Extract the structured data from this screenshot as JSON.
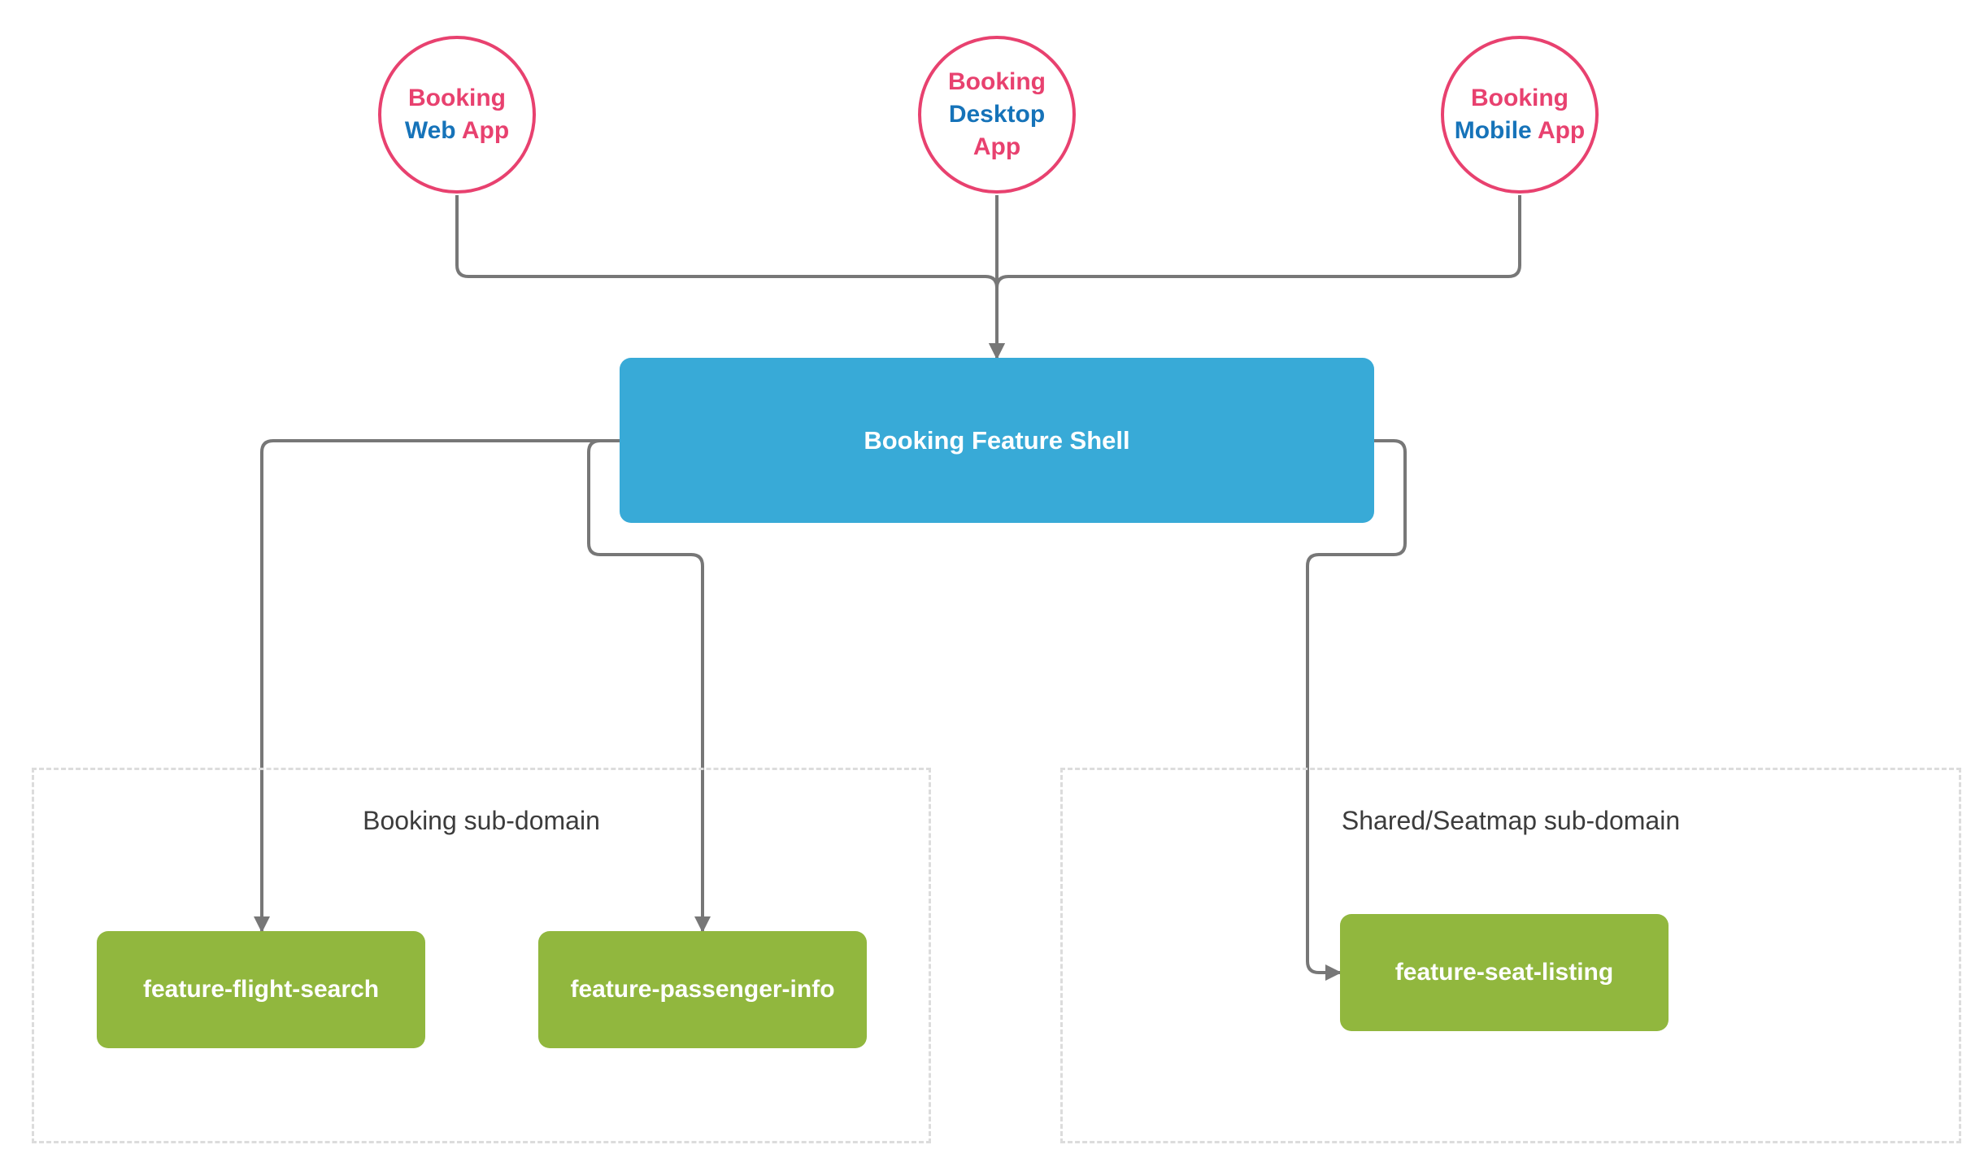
{
  "apps": [
    {
      "id": "web",
      "lines": [
        [
          {
            "text": "Booking",
            "color": "pink"
          }
        ],
        [
          {
            "text": "Web",
            "color": "blue"
          },
          {
            "text": " App",
            "color": "pink"
          }
        ]
      ]
    },
    {
      "id": "desktop",
      "lines": [
        [
          {
            "text": "Booking",
            "color": "pink"
          }
        ],
        [
          {
            "text": "Desktop",
            "color": "blue"
          }
        ],
        [
          {
            "text": "App",
            "color": "pink"
          }
        ]
      ]
    },
    {
      "id": "mobile",
      "lines": [
        [
          {
            "text": "Booking",
            "color": "pink"
          }
        ],
        [
          {
            "text": "Mobile",
            "color": "blue"
          },
          {
            "text": " App",
            "color": "pink"
          }
        ]
      ]
    }
  ],
  "shell": {
    "label": "Booking Feature Shell"
  },
  "subdomains": {
    "booking": {
      "title": "Booking sub-domain"
    },
    "shared": {
      "title": "Shared/Seatmap sub-domain"
    }
  },
  "features": {
    "flight_search": "feature-flight-search",
    "passenger_info": "feature-passenger-info",
    "seat_listing": "feature-seat-listing"
  },
  "colors": {
    "app_border": "#e8416f",
    "app_pink": "#e8416f",
    "app_blue": "#1673b9",
    "shell_fill": "#38aad7",
    "feature_fill": "#91b73e",
    "connector": "#777777",
    "subdomain_border": "#dcdcdc"
  }
}
